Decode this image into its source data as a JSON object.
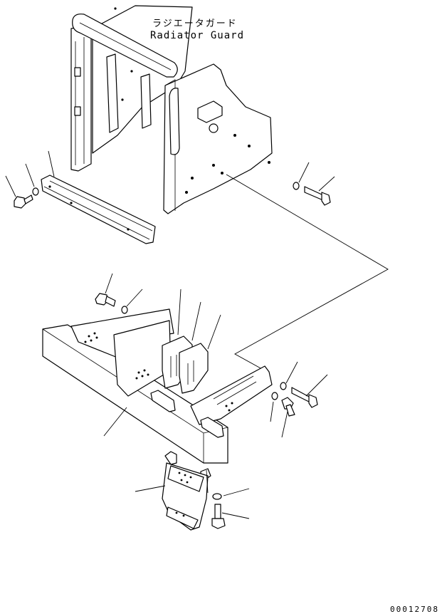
{
  "labels": {
    "caption_jp": "ラジエータガード",
    "caption_en": "Radiator Guard",
    "drawing_number": "00012708"
  }
}
